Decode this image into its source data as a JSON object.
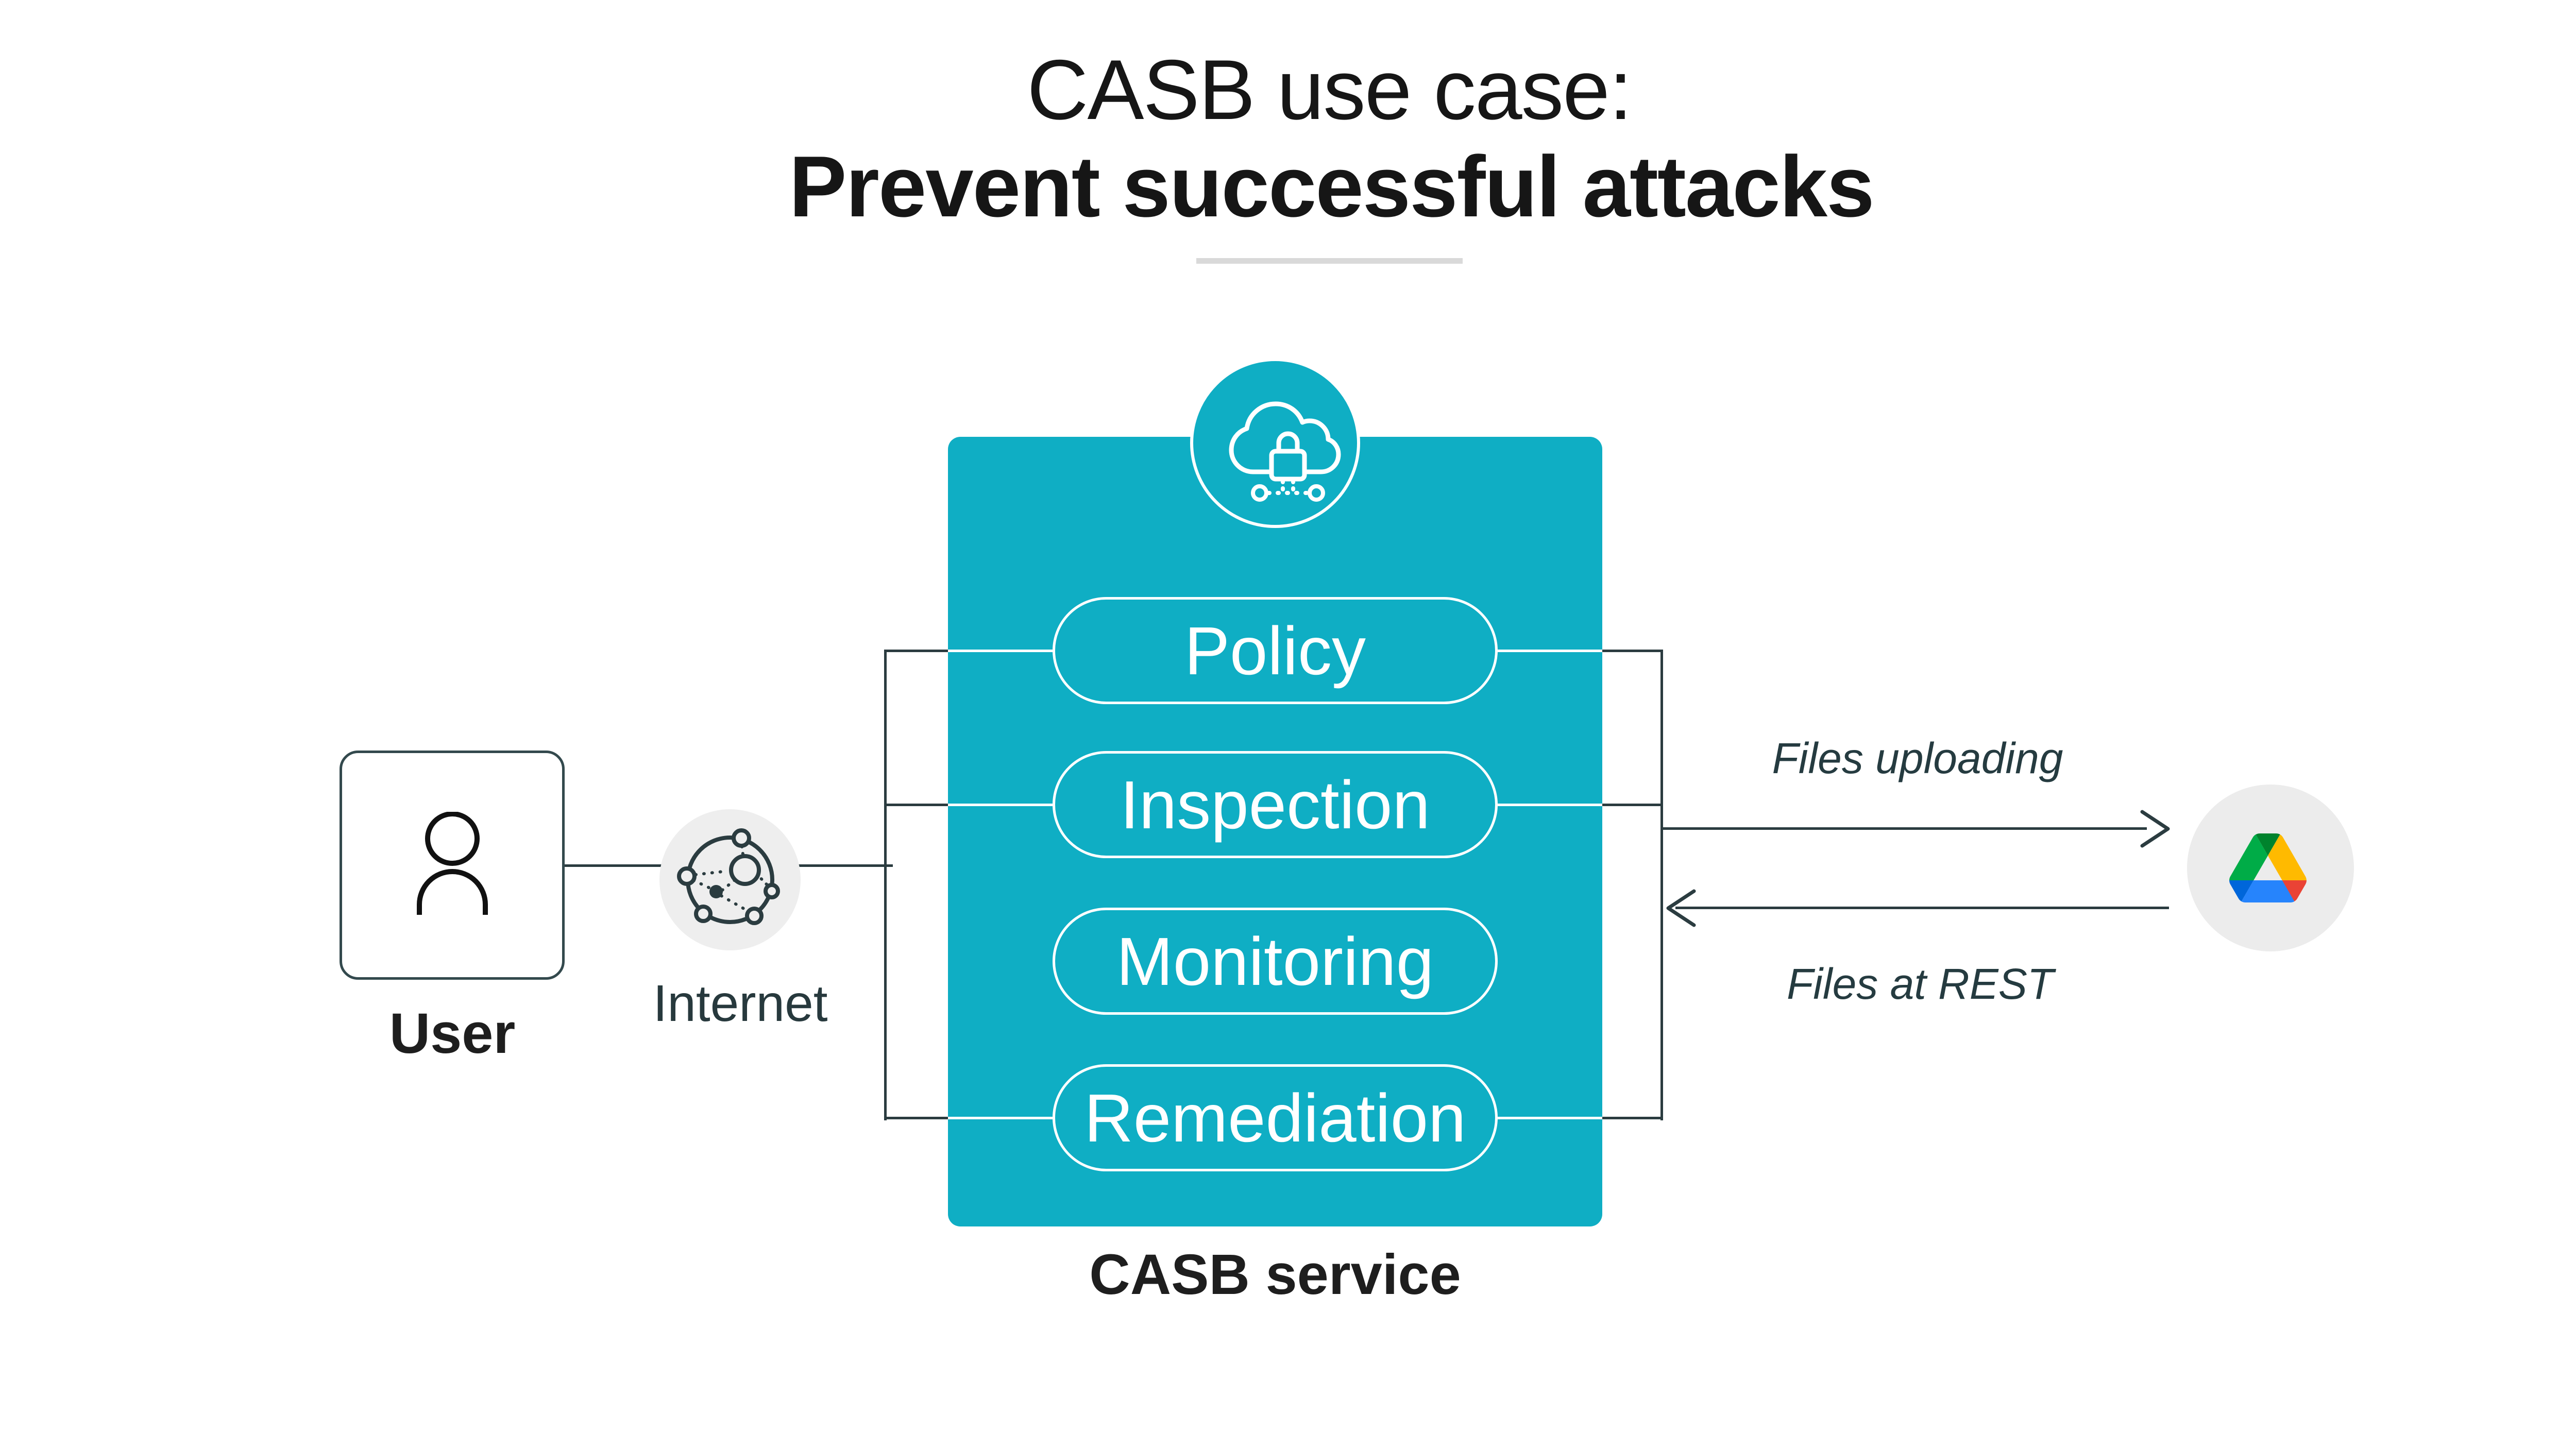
{
  "title": {
    "line1": "CASB use case:",
    "line2": "Prevent successful attacks"
  },
  "user": {
    "label": "User"
  },
  "internet": {
    "label": "Internet"
  },
  "casb": {
    "label": "CASB service",
    "pills": [
      {
        "label": "Policy"
      },
      {
        "label": "Inspection"
      },
      {
        "label": "Monitoring"
      },
      {
        "label": "Remediation"
      }
    ]
  },
  "flows": {
    "upload": {
      "label": "Files uploading",
      "direction": "right"
    },
    "rest": {
      "label": "Files at REST",
      "direction": "left"
    }
  },
  "icons": {
    "badge": "cloud-lock-icon",
    "user": "person-icon",
    "internet": "network-nodes-icon",
    "cloud_app": "google-drive-icon",
    "upload_arrow": "arrow-right-icon",
    "rest_arrow": "arrow-left-icon"
  },
  "colors": {
    "teal": "#0FAEC4",
    "line_dark": "#2B3C40",
    "text_black": "#161616",
    "text_slate": "#253B40",
    "divider_gray": "#D9D9D9",
    "internet_circle_gray": "#EEEEEE",
    "drive_circle_gray": "#ECECEC",
    "white": "#FFFFFF",
    "drive_green": "#00AC47",
    "drive_dark_green": "#00832D",
    "drive_yellow": "#FFBA00",
    "drive_blue": "#2684FC",
    "drive_blue_dark": "#0066DA",
    "drive_red": "#EA4335"
  }
}
